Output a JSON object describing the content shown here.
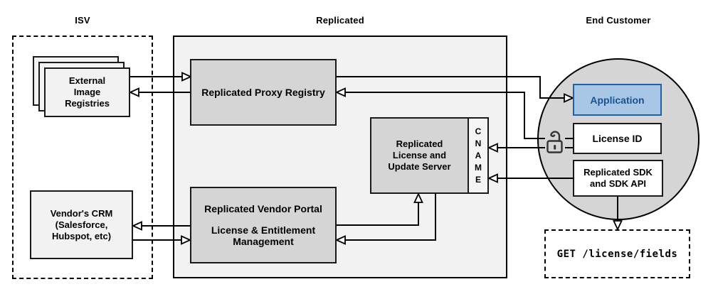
{
  "sections": {
    "isv": {
      "title": "ISV"
    },
    "replicated": {
      "title": "Replicated"
    },
    "end_customer": {
      "title": "End Customer"
    }
  },
  "nodes": {
    "external_registries": {
      "lines": [
        "External",
        "Image",
        "Registries"
      ]
    },
    "vendors_crm": {
      "lines": [
        "Vendor's CRM",
        "(Salesforce,",
        "Hubspot, etc)"
      ]
    },
    "proxy_registry": {
      "label": "Replicated Proxy Registry"
    },
    "license_update_server": {
      "lines": [
        "Replicated",
        "License and",
        "Update Server"
      ]
    },
    "cname": {
      "letters": [
        "C",
        "N",
        "A",
        "M",
        "E"
      ]
    },
    "vendor_portal": {
      "title": "Replicated Vendor Portal",
      "lines": [
        "License & Entitlement",
        "Management"
      ]
    },
    "application": {
      "label": "Application"
    },
    "license_id": {
      "label": "License ID"
    },
    "replicated_sdk": {
      "lines": [
        "Replicated SDK",
        "and SDK API"
      ]
    },
    "get_endpoint": {
      "label": "GET /license/fields"
    }
  },
  "icons": {
    "unlocked_padlock": "unlocked-padlock-icon"
  },
  "colors": {
    "application_fill": "#a8c7e7",
    "application_border": "#1e62a5",
    "application_text": "#17538f",
    "node_gray": "#d5d5d5",
    "panel_gray": "#f2f2f2",
    "line_color": "#000000",
    "lock_gray": "#333333"
  }
}
